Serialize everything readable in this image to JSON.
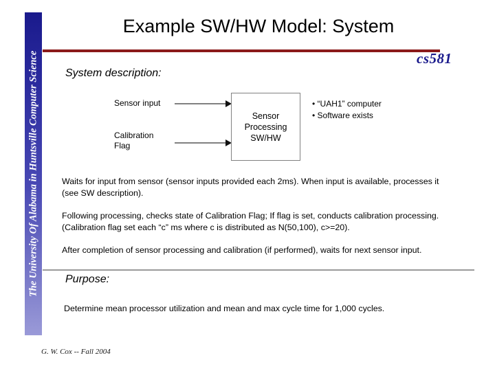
{
  "slide": {
    "title": "Example SW/HW Model: System",
    "course_logo": "cs581",
    "footer": "G. W. Cox -- Fall 2004",
    "side_banner": "The University Of Alabama in Huntsville   Computer Science",
    "accent_color": "#8b1a1a",
    "logo_color": "#1a1a8c",
    "rule_color": "#9a9a9a",
    "banner_gradient_top": "#1a1a8c",
    "banner_gradient_bottom": "#9a9ad8"
  },
  "sections": {
    "system_heading": "System description:",
    "purpose_heading": "Purpose:"
  },
  "diagram": {
    "input_label_1": "Sensor input",
    "input_label_2_line1": "Calibration",
    "input_label_2_line2": "Flag",
    "box_line1": "Sensor",
    "box_line2": "Processing",
    "box_line3": "SW/HW",
    "notes": [
      "• “UAH1” computer",
      "• Software exists"
    ]
  },
  "body": {
    "paragraph_1": "Waits for input from sensor (sensor inputs provided each 2ms).  When input is available, processes it (see SW description).",
    "paragraph_2": "Following processing, checks state of Calibration Flag; If flag is set, conducts calibration processing. (Calibration flag set each “c” ms where c is distributed as N(50,100), c>=20).",
    "paragraph_3": "After completion of sensor processing and calibration (if performed), waits for next sensor input."
  },
  "purpose": {
    "text": "Determine mean processor utilization and mean and max cycle time for 1,000 cycles."
  }
}
